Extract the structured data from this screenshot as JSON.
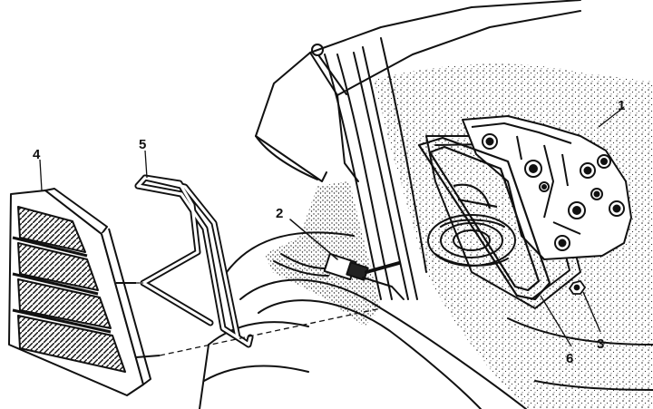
{
  "diagram": {
    "callouts": [
      {
        "id": "c1",
        "text": "1"
      },
      {
        "id": "c2",
        "text": "2"
      },
      {
        "id": "c3",
        "text": "3"
      },
      {
        "id": "c4",
        "text": "4"
      },
      {
        "id": "c5",
        "text": "5"
      },
      {
        "id": "c6",
        "text": "6"
      }
    ]
  },
  "colors": {
    "ink": "#111111",
    "paper": "#ffffff",
    "stipple": "#2a2a2a"
  }
}
